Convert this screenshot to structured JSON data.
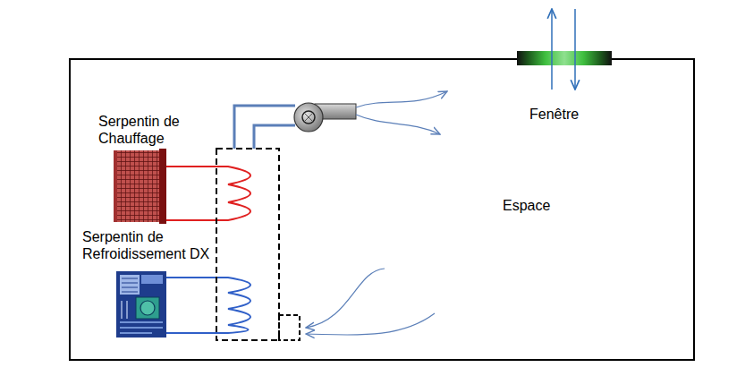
{
  "diagram": {
    "nodes": [
      {
        "text": [
          "Espace"
        ]
      }
    ],
    "labels": [
      "Serpentin de Chauffage",
      "Serpentin de Refroidissement DX",
      "Fenêtre"
    ]
  }
}
